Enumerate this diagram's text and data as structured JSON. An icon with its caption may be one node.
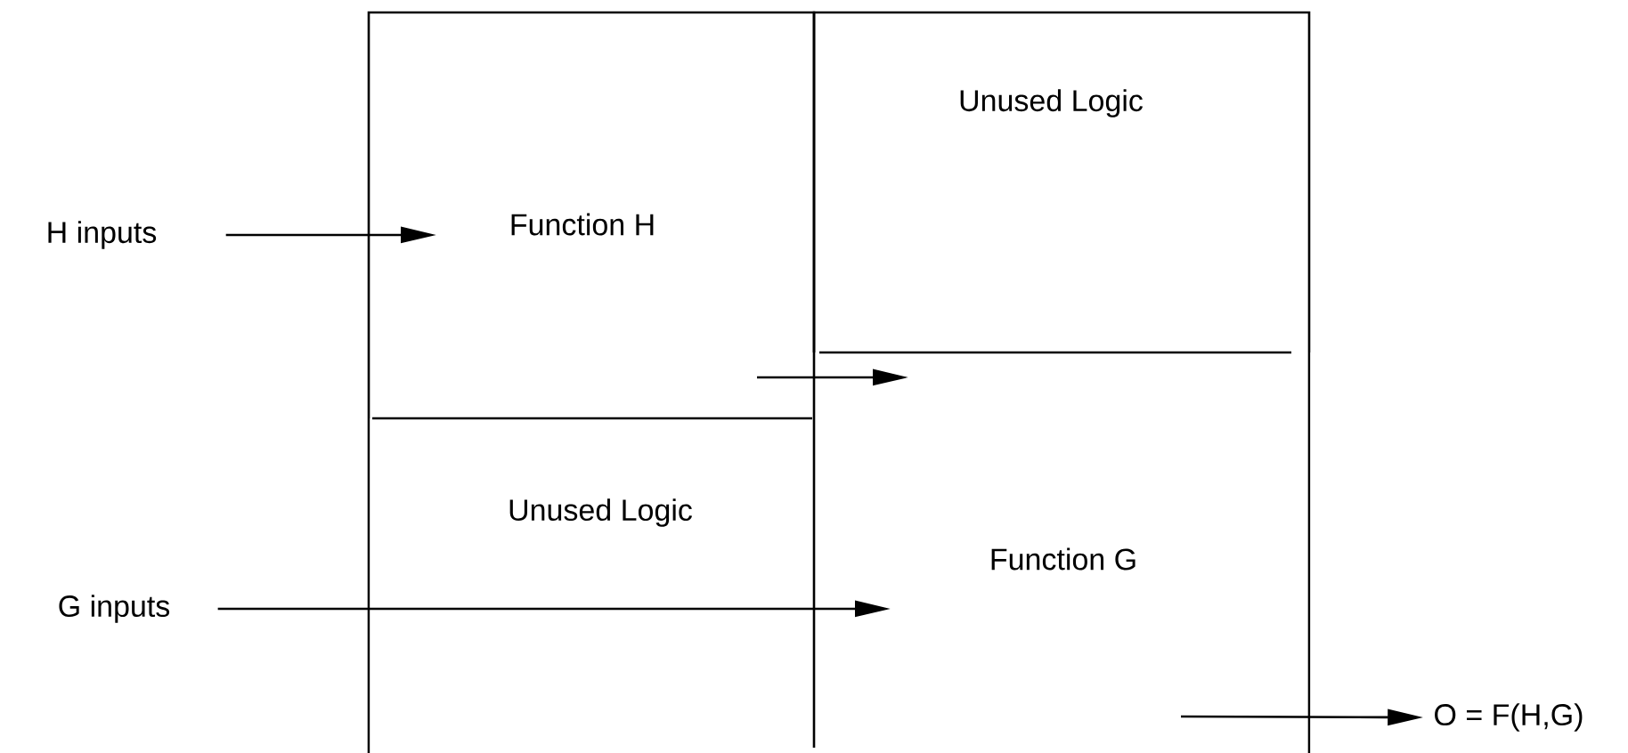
{
  "diagram": {
    "nodes": [
      {
        "text": [
          "H inputs"
        ]
      },
      {
        "text": [
          "Function H"
        ]
      },
      {
        "text": [
          "Unused Logic"
        ]
      },
      {
        "text": [
          "Unused Logic"
        ]
      },
      {
        "text": [
          "Function G"
        ]
      },
      {
        "text": [
          "G inputs"
        ]
      },
      {
        "text": [
          "O = F(H,G)"
        ]
      }
    ],
    "edges": [
      {
        "from": 0,
        "to": 1,
        "arrow": "to"
      },
      {
        "from": 1,
        "to": 4,
        "arrow": "to"
      },
      {
        "from": 5,
        "to": 4,
        "arrow": "to"
      },
      {
        "from": 4,
        "to": 6,
        "arrow": "to"
      }
    ]
  }
}
